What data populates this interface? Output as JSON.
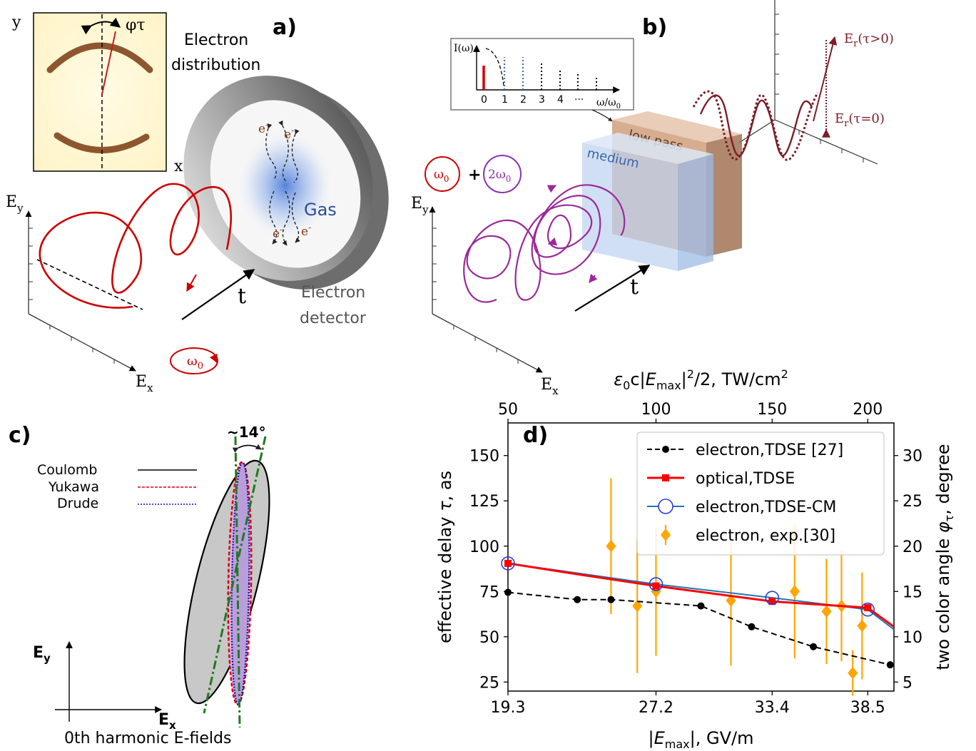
{
  "panels": {
    "a": {
      "label": "a)",
      "inset_axis_y": "y",
      "inset_axis_x": "x",
      "inset_angle": "φτ",
      "electron_distribution": [
        "Electron",
        "distribution"
      ],
      "gas": "Gas",
      "detector": [
        "Electron",
        "detector"
      ],
      "electron_symbol": "e",
      "electron_charge": "-",
      "axis_ey": "E",
      "axis_ey_sub": "y",
      "axis_ex": "E",
      "axis_ex_sub": "x",
      "time": "t",
      "freq_label": "ω",
      "freq_sub": "0"
    },
    "b": {
      "label": "b)",
      "spectrum_ylabel": "I(ω)",
      "spectrum_ticks": [
        "0",
        "1",
        "2",
        "3",
        "4",
        "···"
      ],
      "spectrum_xlabel": "ω/ω",
      "spectrum_xlabel_sub": "0",
      "low_pass": "low pass",
      "medium": "medium",
      "field_late": "E",
      "field_late_sub": "r",
      "field_late_arg": "(τ>0)",
      "field_zero": "E",
      "field_zero_sub": "r",
      "field_zero_arg": "(τ=0)",
      "omega0": "ω",
      "omega0_sub": "0",
      "two_omega0": "2ω",
      "two_omega0_sub": "0",
      "plus": "+",
      "axis_ey": "E",
      "axis_ey_sub": "y",
      "axis_ex": "E",
      "axis_ex_sub": "x",
      "time": "t"
    },
    "c": {
      "label": "c)",
      "angle": "~14°",
      "legend": [
        {
          "name": "Coulomb",
          "color": "#000000",
          "style": "solid"
        },
        {
          "name": "Yukawa",
          "color": "#e00000",
          "style": "dashed"
        },
        {
          "name": "Drude",
          "color": "#1010c8",
          "style": "dotted"
        }
      ],
      "axis_ey": "E",
      "axis_ey_sub": "y",
      "axis_ex": "E",
      "axis_ex_sub": "x",
      "caption": "0th harmonic E-fields"
    },
    "d": {
      "label": "d)"
    }
  },
  "chart_data": {
    "type": "line",
    "top_xlabel": "ε₀c|E_max|²/2, TW/cm²",
    "top_xlabel_parts": [
      "ε",
      "0",
      "c|",
      "E",
      "max",
      "|",
      "2",
      "/2, TW/cm",
      "2"
    ],
    "top_ticks": [
      50,
      100,
      150,
      200
    ],
    "xlabel_parts": [
      "|",
      "E",
      "max",
      "|, GV/m"
    ],
    "x_ticks": [
      "19.3",
      "27.2",
      "33.4",
      "38.5"
    ],
    "ylabel_parts": [
      "effective delay ",
      "τ",
      ", as"
    ],
    "y2label_parts": [
      "two color angle ",
      "φ",
      "τ",
      ", degree"
    ],
    "xlim": [
      19.3,
      39.9
    ],
    "ylim": [
      20,
      168
    ],
    "yticks": [
      25,
      50,
      75,
      100,
      125,
      150
    ],
    "y2lim": [
      4.0,
      33.6
    ],
    "y2ticks": [
      5,
      10,
      15,
      20,
      25,
      30
    ],
    "intensity_ticks_x": [
      {
        "label": "50",
        "x": 19.3
      },
      {
        "label": "100",
        "x": 27.2
      },
      {
        "label": "150",
        "x": 33.4
      },
      {
        "label": "200",
        "x": 38.5
      }
    ],
    "series": [
      {
        "name": "electron,TDSE [27]",
        "color": "#000000",
        "style": "dashed",
        "marker": "circle",
        "x": [
          19.3,
          23.0,
          24.8,
          29.6,
          32.3,
          35.6,
          39.7
        ],
        "y": [
          74.5,
          70.5,
          70.5,
          67.0,
          55.5,
          44.5,
          34.5
        ]
      },
      {
        "name": "optical,TDSE",
        "color": "#ff0000",
        "style": "solid",
        "marker": "square",
        "x": [
          19.3,
          23.0,
          27.2,
          33.4,
          38.5,
          39.9
        ],
        "y": [
          90.5,
          84.5,
          78.0,
          69.5,
          66.0,
          55.5
        ]
      },
      {
        "name": "electron,TDSE-CM",
        "color": "#1f77b4",
        "style": "solid",
        "marker": "open-circle",
        "x": [
          19.3,
          27.2,
          33.4,
          38.5,
          39.9
        ],
        "y": [
          90.5,
          79.0,
          71.5,
          65.0,
          54.0
        ]
      },
      {
        "name": "electron, exp.[30]",
        "color": "#ffa500",
        "style": "none",
        "marker": "diamond",
        "x": [
          24.8,
          26.2,
          27.2,
          31.2,
          34.6,
          36.3,
          37.1,
          37.7,
          38.2
        ],
        "y": [
          100.0,
          67.0,
          75.0,
          70.0,
          75.0,
          64.0,
          67.0,
          30.0,
          56.0
        ],
        "err": [
          37.5,
          37.0,
          35.5,
          36.0,
          37.0,
          29.0,
          30.5,
          12.5,
          29.5
        ]
      }
    ],
    "legend_position": "upper right"
  }
}
